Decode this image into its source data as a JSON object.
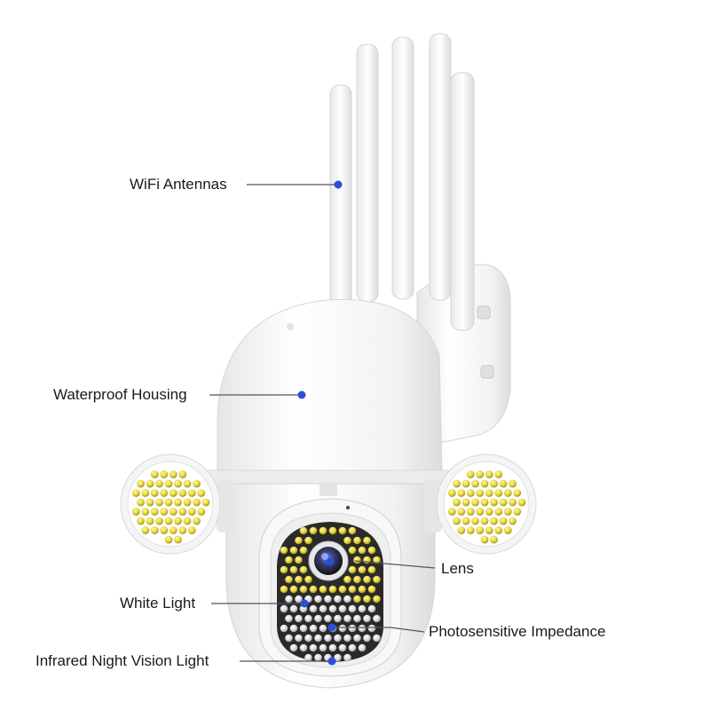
{
  "callouts": {
    "wifi_antennas": "WiFi Antennas",
    "waterproof_housing": "Waterproof Housing",
    "lens": "Lens",
    "white_light": "White Light",
    "photosensitive_impedance": "Photosensitive Impedance",
    "infrared_night_vision_light": "Infrared Night Vision Light"
  },
  "colors": {
    "callout_dot": "#2b4fd8",
    "callout_line": "#555555",
    "white_led": "#d6c93a",
    "infrared_led": "#d0d0d0",
    "body": "#f4f4f4"
  }
}
